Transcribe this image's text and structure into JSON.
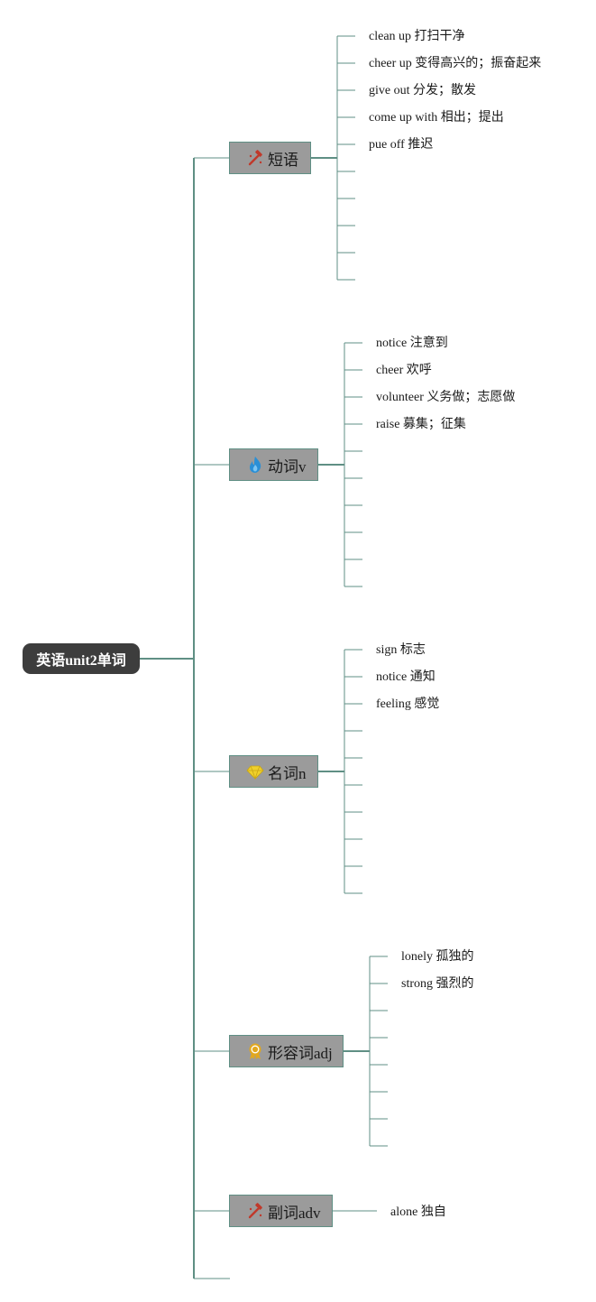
{
  "root": {
    "label": "英语unit2单词"
  },
  "branches": [
    {
      "label": "短语",
      "icon": "hammer-icon",
      "items": [
        "clean up 打扫干净",
        "cheer up 变得高兴的；振奋起来",
        "give out 分发；散发",
        "come up with 相出；提出",
        "pue off 推迟"
      ]
    },
    {
      "label": "动词v",
      "icon": "flame-icon",
      "items": [
        "notice 注意到",
        "cheer 欢呼",
        "volunteer 义务做；志愿做",
        "raise 募集；征集"
      ]
    },
    {
      "label": "名词n",
      "icon": "diamond-icon",
      "items": [
        "sign 标志",
        "notice 通知",
        "feeling 感觉"
      ]
    },
    {
      "label": "形容词adj",
      "icon": "award-badge-icon",
      "items": [
        "lonely 孤独的",
        "strong 强烈的"
      ]
    },
    {
      "label": "副词adv",
      "icon": "hammer-icon",
      "items": [
        "alone 独自"
      ]
    }
  ],
  "colors": {
    "connector": "#5f8f84",
    "root_bg": "#3d3d3d",
    "branch_bg": "#9b9b9b"
  }
}
